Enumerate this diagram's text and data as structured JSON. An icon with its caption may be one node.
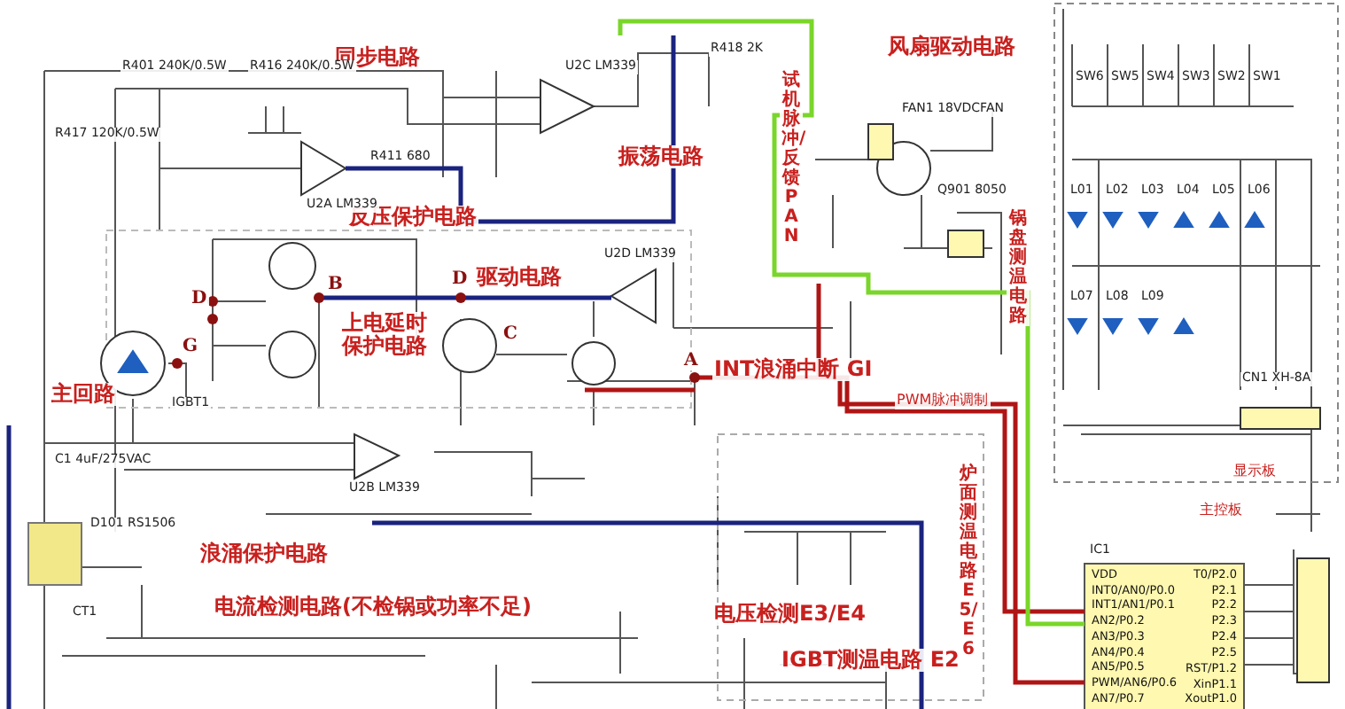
{
  "diagram": {
    "labels": [
      "同步电路",
      "振荡电路",
      "风扇驱动电路",
      "反压保护电路",
      "驱动电路",
      "上电延时保护电路",
      "主回路",
      "试机脉冲/反馈PAN",
      "锅盘测温电路",
      "INT浪涌中断 GI",
      "PWM脉冲调制",
      "浪涌保护电路",
      "电流检测电路(不检锅或功率不足)",
      "电压检测E3/E4",
      "炉面测温电路 E5/E6",
      "IGBT测温电路 E2",
      "显示板",
      "主控板",
      "R401 240K/0.5W",
      "R416 240K/0.5W",
      "R417 120K/0.5W",
      "U2C LM339",
      "U2A LM339",
      "U2D LM339",
      "U2B LM339",
      "R411 680",
      "R418 2K",
      "Q901 8050",
      "FAN1 18VDCFAN",
      "IGBT1",
      "D101 RS1506",
      "C1 4uF/275VAC",
      "CT1",
      "CN1 XH-8A",
      "IC1",
      "A",
      "B",
      "C",
      "D",
      "D",
      "G",
      "VDD",
      "INT0/AN0/P0.0",
      "INT1/AN1/P0.1",
      "AN2/P0.2",
      "AN3/P0.3",
      "AN4/P0.4",
      "AN5/P0.5",
      "PWM/AN6/P0.6",
      "AN7/P0.7",
      "T0/P2.0",
      "P2.1",
      "P2.2",
      "P2.3",
      "P2.4",
      "P2.5",
      "RST/P1.2",
      "XinP1.1",
      "XoutP1.0",
      "L01",
      "L02",
      "L03",
      "L04",
      "L05",
      "L06",
      "L07",
      "L08",
      "L09",
      "SW6",
      "SW5",
      "SW4",
      "SW3",
      "SW2",
      "SW1"
    ]
  }
}
